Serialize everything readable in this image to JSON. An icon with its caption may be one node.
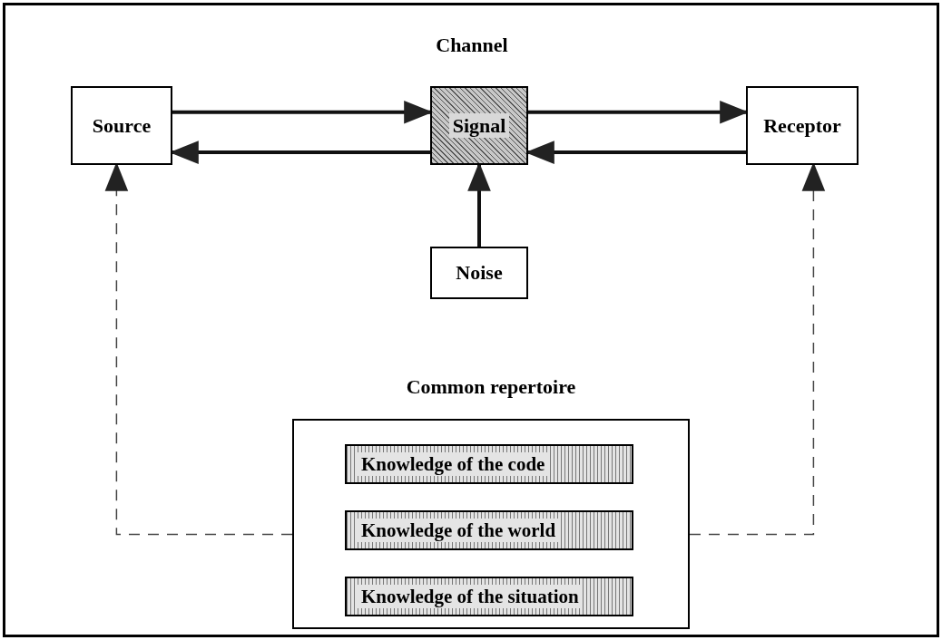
{
  "diagram": {
    "nodes": [
      {
        "text": [
          "Source"
        ]
      },
      {
        "text": [
          "Signal"
        ]
      },
      {
        "text": [
          "Receptor"
        ]
      },
      {
        "text": [
          "Noise"
        ]
      },
      {
        "text": [
          "Common repertoire"
        ]
      },
      {
        "text": [
          "Knowledge of the code"
        ],
        "in": 4
      },
      {
        "text": [
          "Knowledge of the world"
        ],
        "in": 4
      },
      {
        "text": [
          "Knowledge of the situation"
        ],
        "in": 4
      }
    ],
    "edges": [
      {
        "from": 0,
        "to": 1,
        "arrow": "to"
      },
      {
        "from": 1,
        "to": 0,
        "arrow": "to"
      },
      {
        "from": 1,
        "to": 2,
        "arrow": "to"
      },
      {
        "from": 2,
        "to": 1,
        "arrow": "to"
      },
      {
        "from": 3,
        "to": 1,
        "arrow": "to"
      },
      {
        "from": 4,
        "to": 0,
        "arrow": "to",
        "style": "dashed"
      },
      {
        "from": 4,
        "to": 2,
        "arrow": "to",
        "style": "dashed"
      }
    ],
    "labels": [
      "Channel"
    ]
  }
}
